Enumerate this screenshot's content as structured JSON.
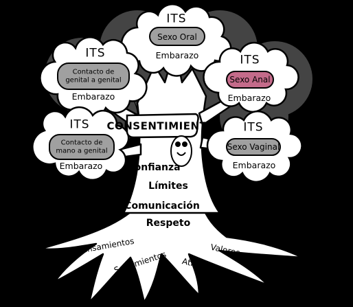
{
  "colors": {
    "background": "#000000",
    "canopy_shadow": "#444444",
    "cloud_fill": "#ffffff",
    "pill_gray": "#a0a0a0",
    "pill_pink": "#c46b8a",
    "outline": "#000000"
  },
  "consent": "CONSENTIMIENTO",
  "clouds": [
    {
      "its": "ITS",
      "practice": "Sexo Oral",
      "risk": "Embarazo"
    },
    {
      "its": "ITS",
      "practice": "Contacto de genital a genital",
      "risk": "Embarazo"
    },
    {
      "its": "ITS",
      "practice": "Sexo Anal",
      "risk": "Embarazo"
    },
    {
      "its": "ITS",
      "practice": "Contacto de mano a genital",
      "risk": "Embarazo"
    },
    {
      "its": "ITS",
      "practice": "Sexo Vaginal",
      "risk": "Embarazo"
    }
  ],
  "trunk": [
    "Confianza",
    "Límites",
    "Comunicación",
    "Respeto"
  ],
  "roots": [
    "Pensamientos",
    "Sentimientos",
    "Atracción",
    "Valores"
  ]
}
